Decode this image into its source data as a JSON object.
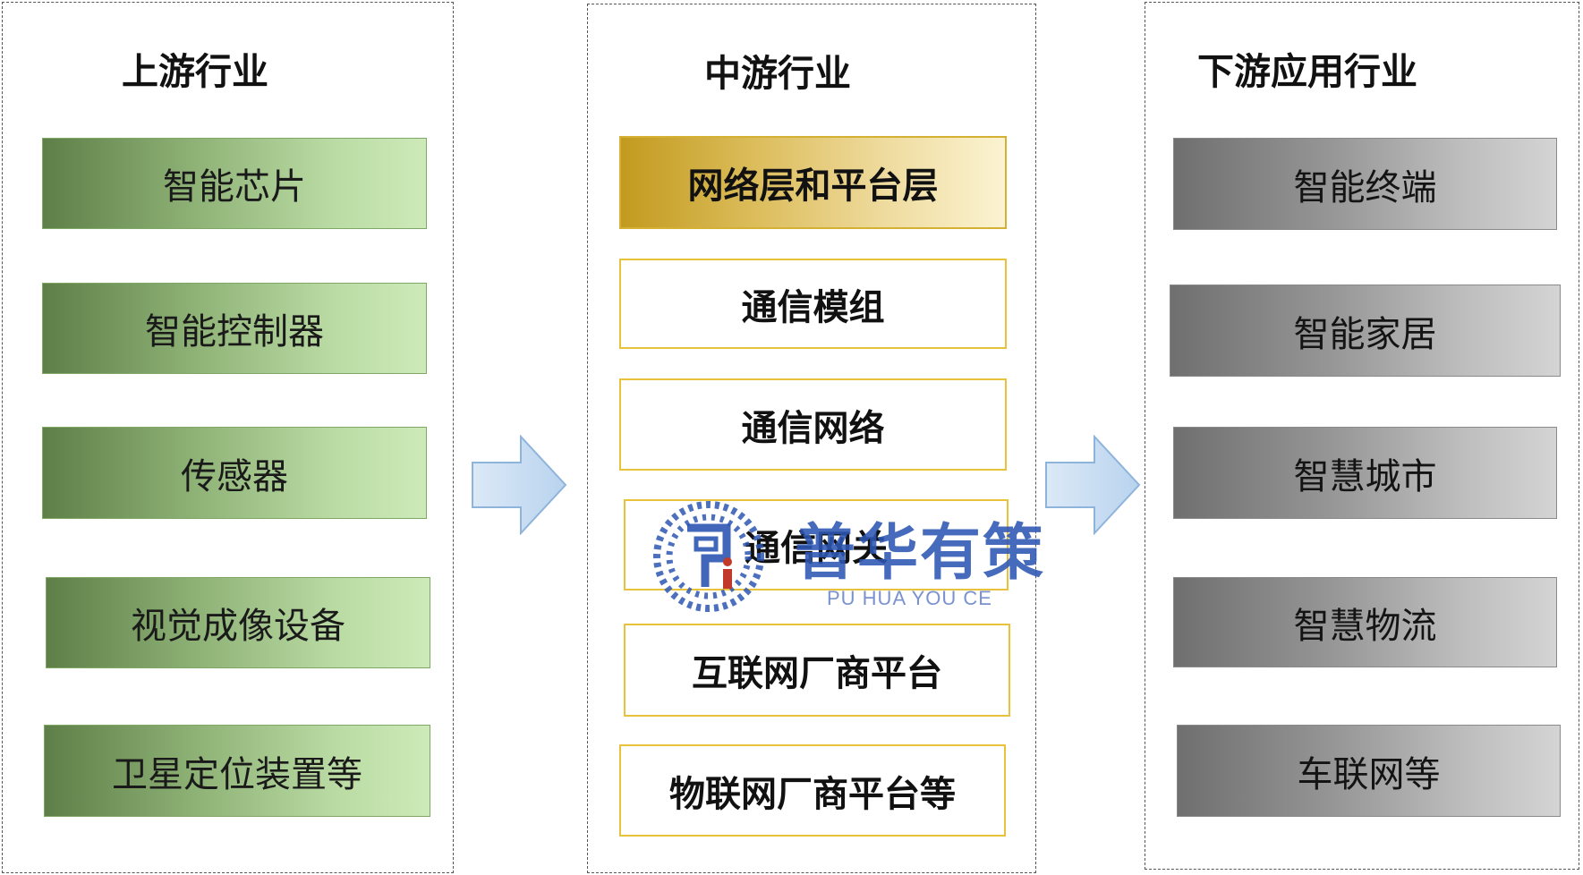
{
  "columns": [
    {
      "title": "上游行业",
      "items": [
        "智能芯片",
        "智能控制器",
        "传感器",
        "视觉成像设备",
        "卫星定位装置等"
      ]
    },
    {
      "title": "中游行业",
      "items": [
        "网络层和平台层",
        "通信模组",
        "通信网络",
        "通信网关",
        "互联网厂商平台",
        "物联网厂商平台等"
      ]
    },
    {
      "title": "下游应用行业",
      "items": [
        "智能终端",
        "智能家居",
        "智慧城市",
        "智慧物流",
        "车联网等"
      ]
    }
  ],
  "watermark": {
    "name": "普华有策",
    "subtitle": "PU HUA YOU CE"
  },
  "colors": {
    "upstream": "#8fb277",
    "midstream_highlight": "#dcbd5c",
    "midstream_border": "#e8c23a",
    "downstream": "#959595",
    "arrow": "#cfe3f5",
    "watermark": "#2d57b3"
  }
}
